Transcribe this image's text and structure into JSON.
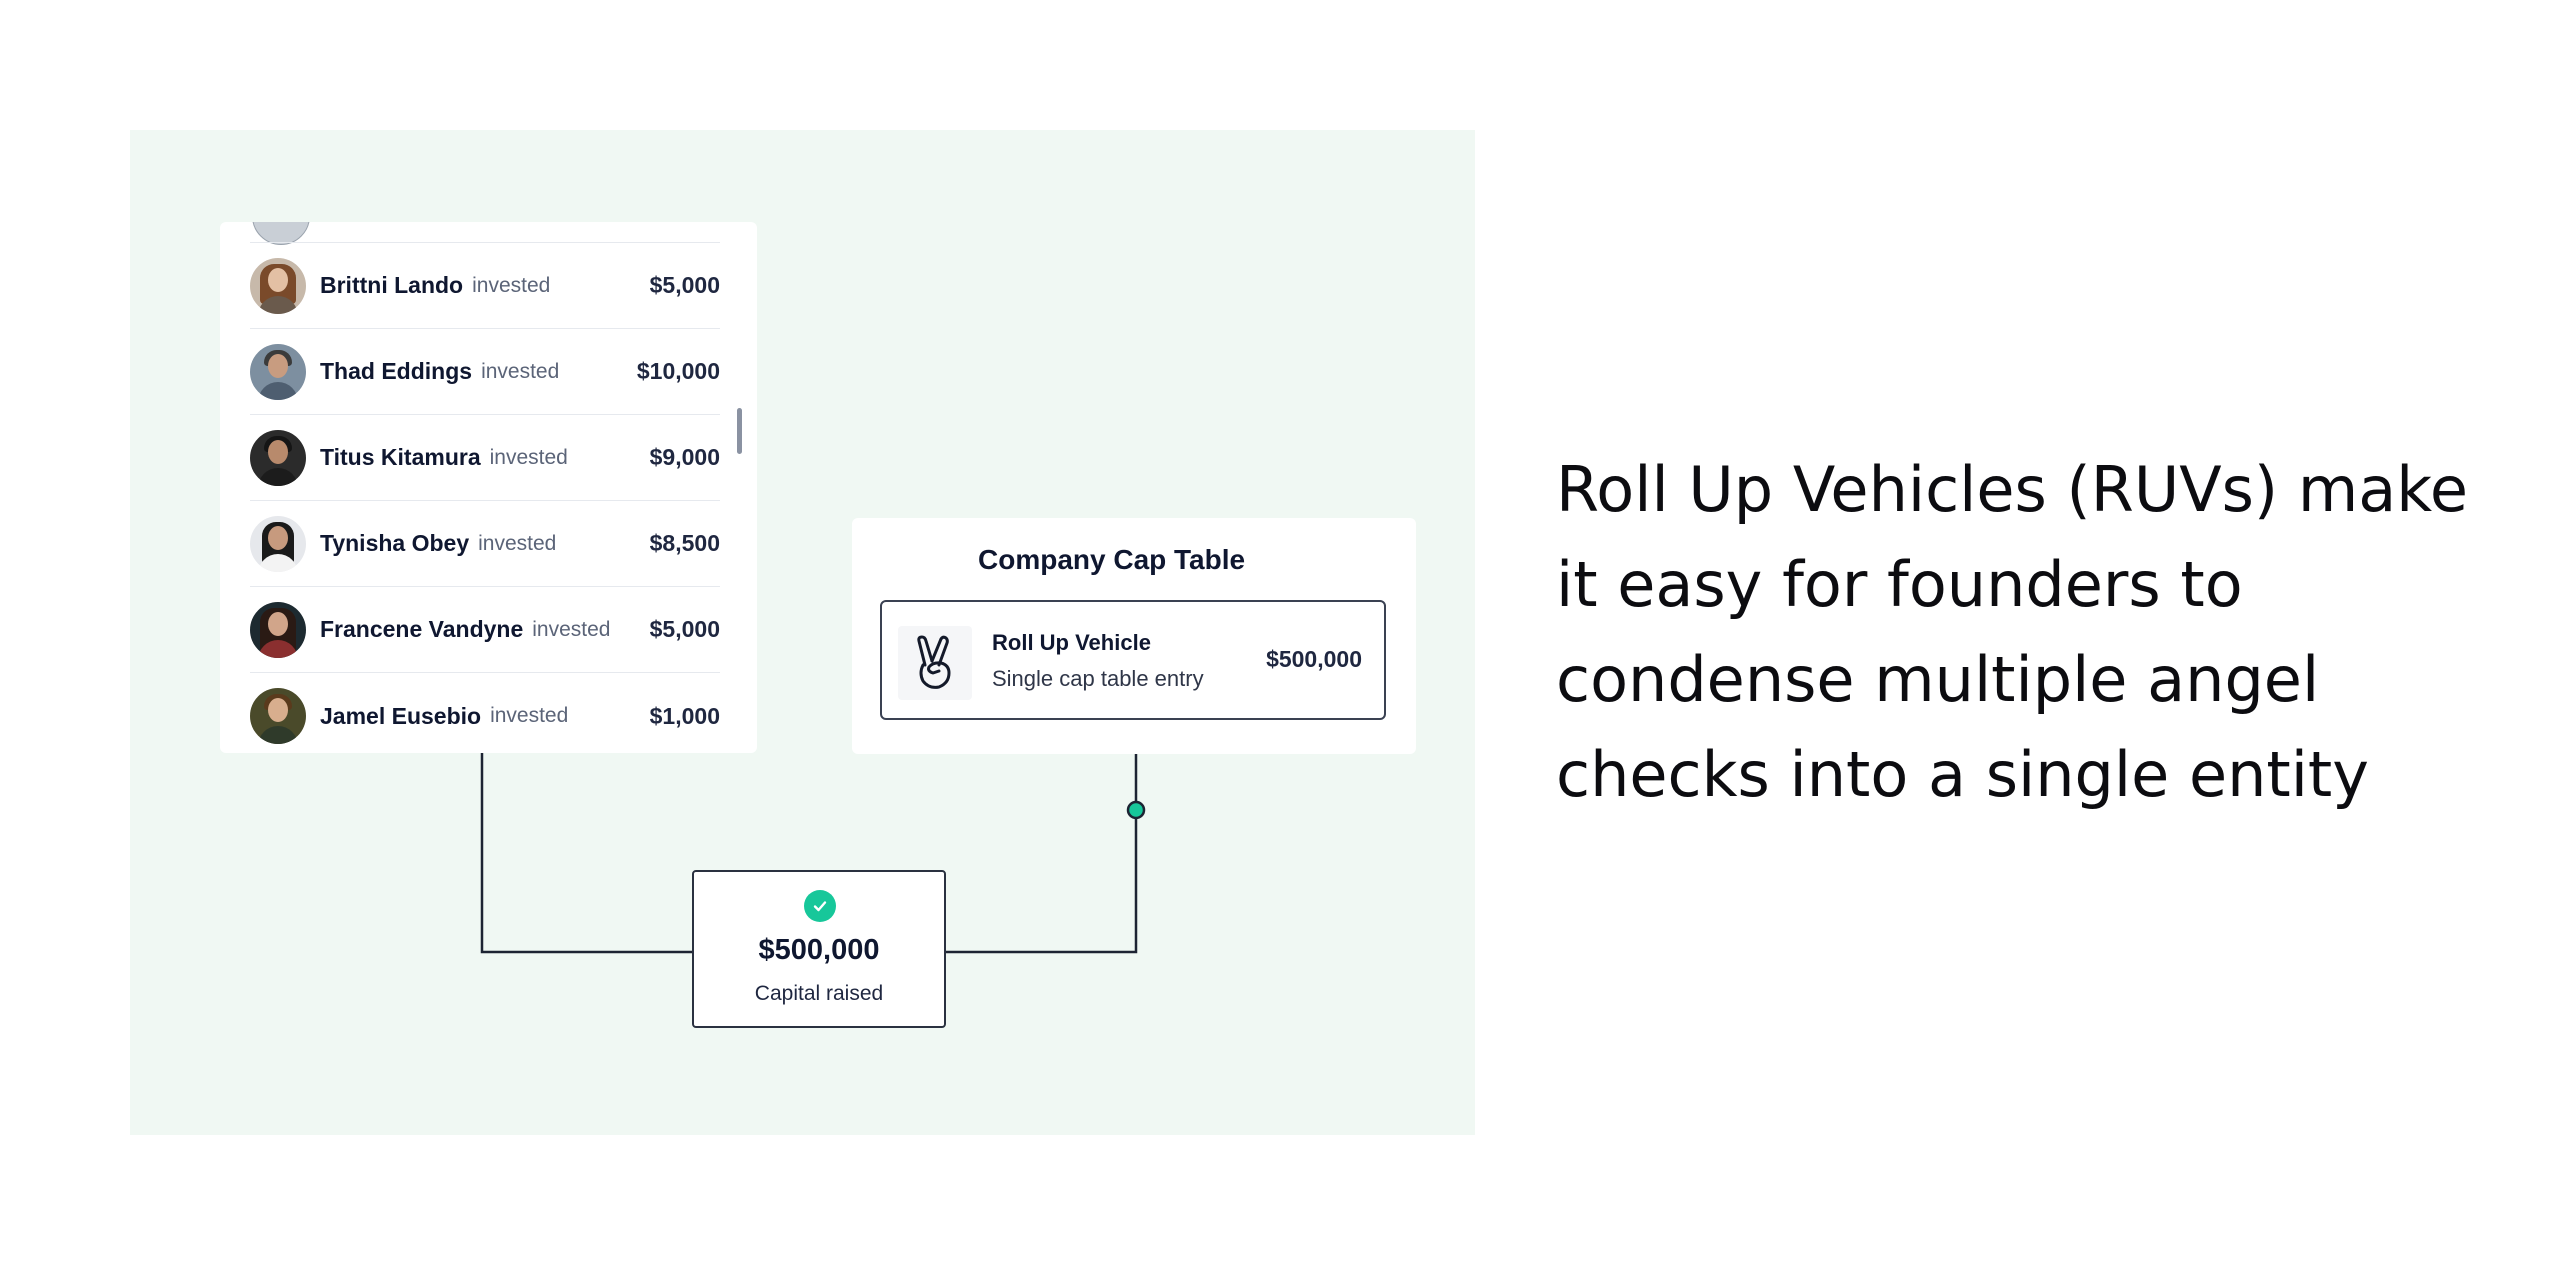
{
  "investors": [
    {
      "name": "Brittni Lando",
      "verb": "invested",
      "amount": "$5,000"
    },
    {
      "name": "Thad Eddings",
      "verb": "invested",
      "amount": "$10,000"
    },
    {
      "name": "Titus Kitamura",
      "verb": "invested",
      "amount": "$9,000"
    },
    {
      "name": "Tynisha Obey",
      "verb": "invested",
      "amount": "$8,500"
    },
    {
      "name": "Francene Vandyne",
      "verb": "invested",
      "amount": "$5,000"
    },
    {
      "name": "Jamel Eusebio",
      "verb": "invested",
      "amount": "$1,000"
    }
  ],
  "cap_table": {
    "title": "Company Cap Table",
    "entry_name": "Roll Up Vehicle",
    "entry_sub": "Single cap table entry",
    "entry_amount": "$500,000",
    "logo_icon": "peace-hand-icon"
  },
  "raised": {
    "amount": "$500,000",
    "label": "Capital raised",
    "icon": "check-icon"
  },
  "headline": "Roll Up Vehicles (RUVs) make it easy for founders to condense multiple angel checks into a single entity",
  "colors": {
    "panel_bg": "#f0f8f3",
    "accent_green": "#17c79a",
    "text_dark": "#0f1730",
    "text_muted": "#5b6478"
  }
}
